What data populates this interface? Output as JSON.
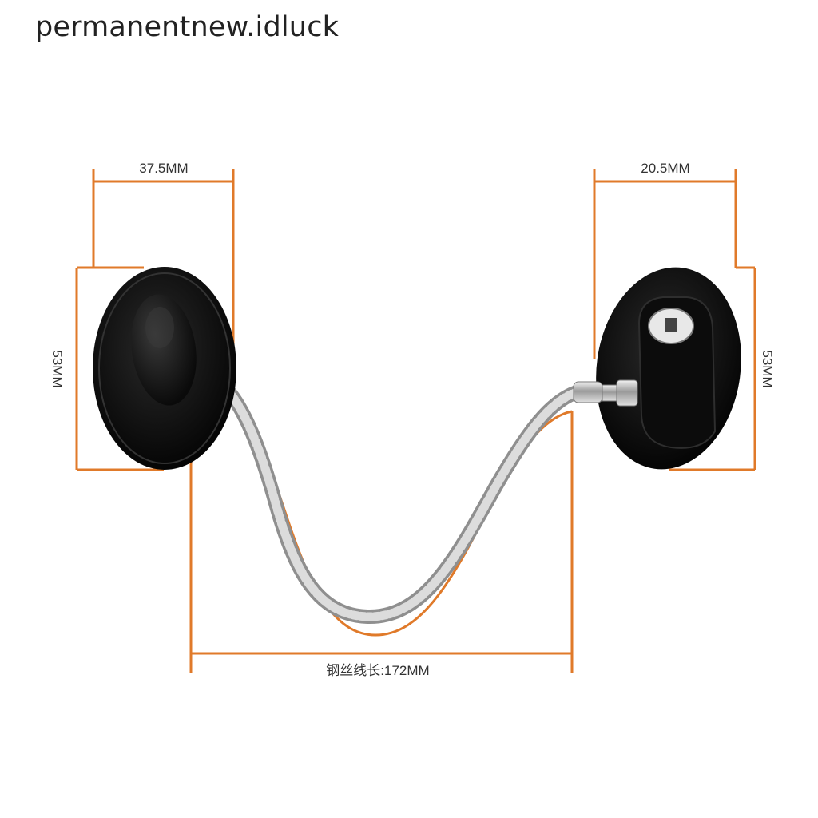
{
  "watermark": "permanentnew.idluck",
  "dimensions": {
    "left_width": "37.5MM",
    "right_width": "20.5MM",
    "left_height": "53MM",
    "right_height": "53MM",
    "cable_length": "钢丝线长:172MM"
  },
  "colors": {
    "dimension_line": "#e07a2a",
    "lock_body": "#111111",
    "cable": "#b8b8b8"
  }
}
